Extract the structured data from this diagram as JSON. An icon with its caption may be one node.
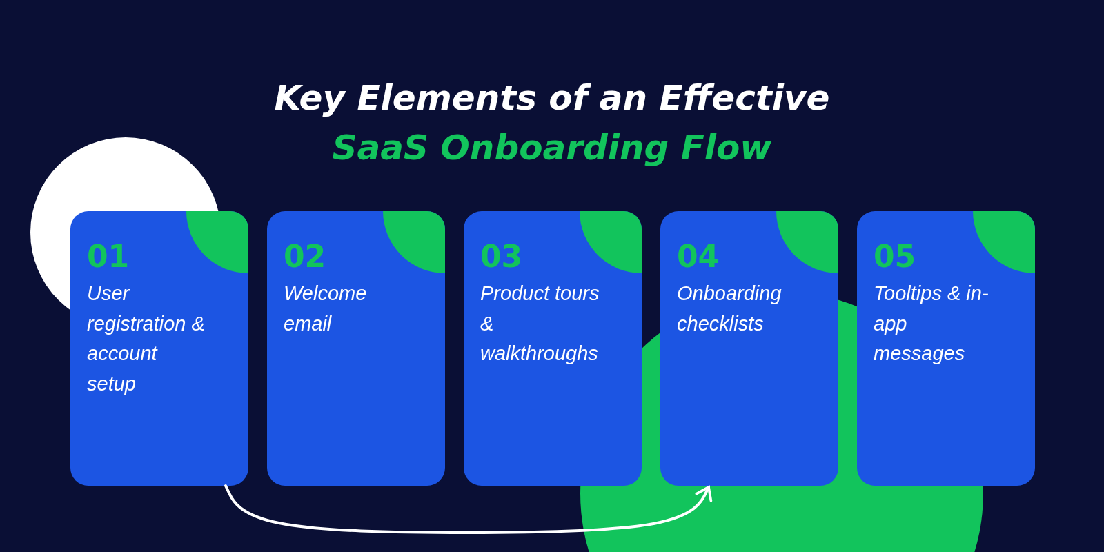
{
  "diagram": {
    "title": "Key Elements of an Effective",
    "nodes": [
      {
        "text": [
          "01",
          "User registration & account setup"
        ]
      },
      {
        "text": [
          "02",
          "Welcome email"
        ]
      },
      {
        "text": [
          "03",
          "Product tours & walkthroughs"
        ]
      },
      {
        "text": [
          "04",
          "Onboarding checklists"
        ]
      },
      {
        "text": [
          "05",
          "Tooltips & in-app messages"
        ]
      }
    ],
    "edges": [
      {
        "from": 0,
        "to": 3,
        "arrow": "to"
      }
    ],
    "labels": [
      "SaaS Onboarding Flow"
    ]
  }
}
